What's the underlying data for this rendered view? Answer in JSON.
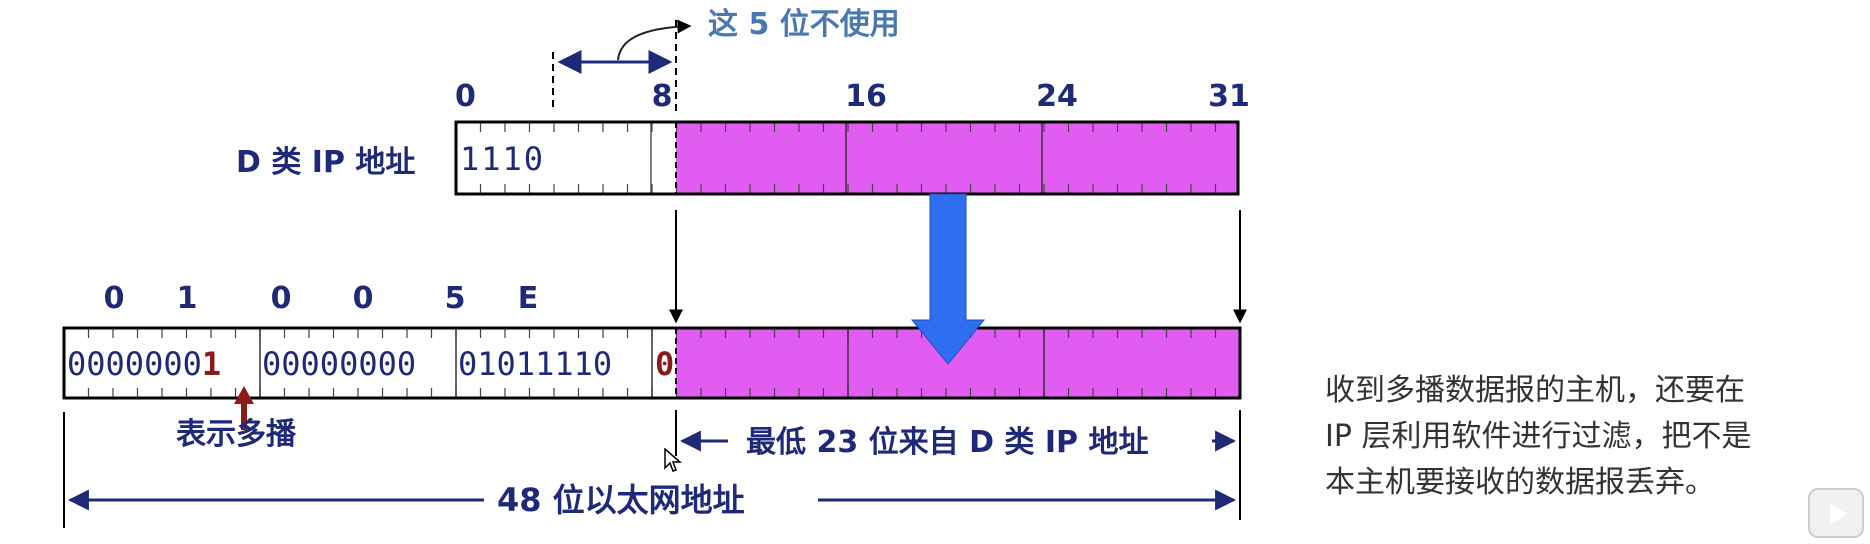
{
  "diagram": {
    "unused_note": "这 5 位不使用",
    "ip_label": "D 类 IP 地址",
    "ip_bit_ticks": [
      "0",
      "8",
      "16",
      "24",
      "31"
    ],
    "ip_prefix": "1110",
    "mac_hex_labels": [
      "0",
      "1",
      "0",
      "0",
      "5",
      "E"
    ],
    "mac_bytes": [
      {
        "normal": "0000000",
        "highlight": "1"
      },
      {
        "normal": "00000000",
        "highlight": ""
      },
      {
        "normal": "01011110",
        "highlight": ""
      }
    ],
    "mac_zero_bit": "0",
    "multicast_label": "表示多播",
    "lower23_label": "最低 23 位来自 D 类 IP 地址",
    "mac48_label": "48 位以太网地址",
    "colors": {
      "navy": "#1e2a78",
      "dark_red": "#8b1a1a",
      "magenta": "#e15cf0",
      "blue_arrow": "#2f6ef0",
      "note_blue": "#4a78b0"
    }
  },
  "note": {
    "lines": [
      "收到多播数据报的主机，还要在",
      "IP 层利用软件进行过滤，把不是",
      "本主机要接收的数据报丢弃。"
    ]
  }
}
